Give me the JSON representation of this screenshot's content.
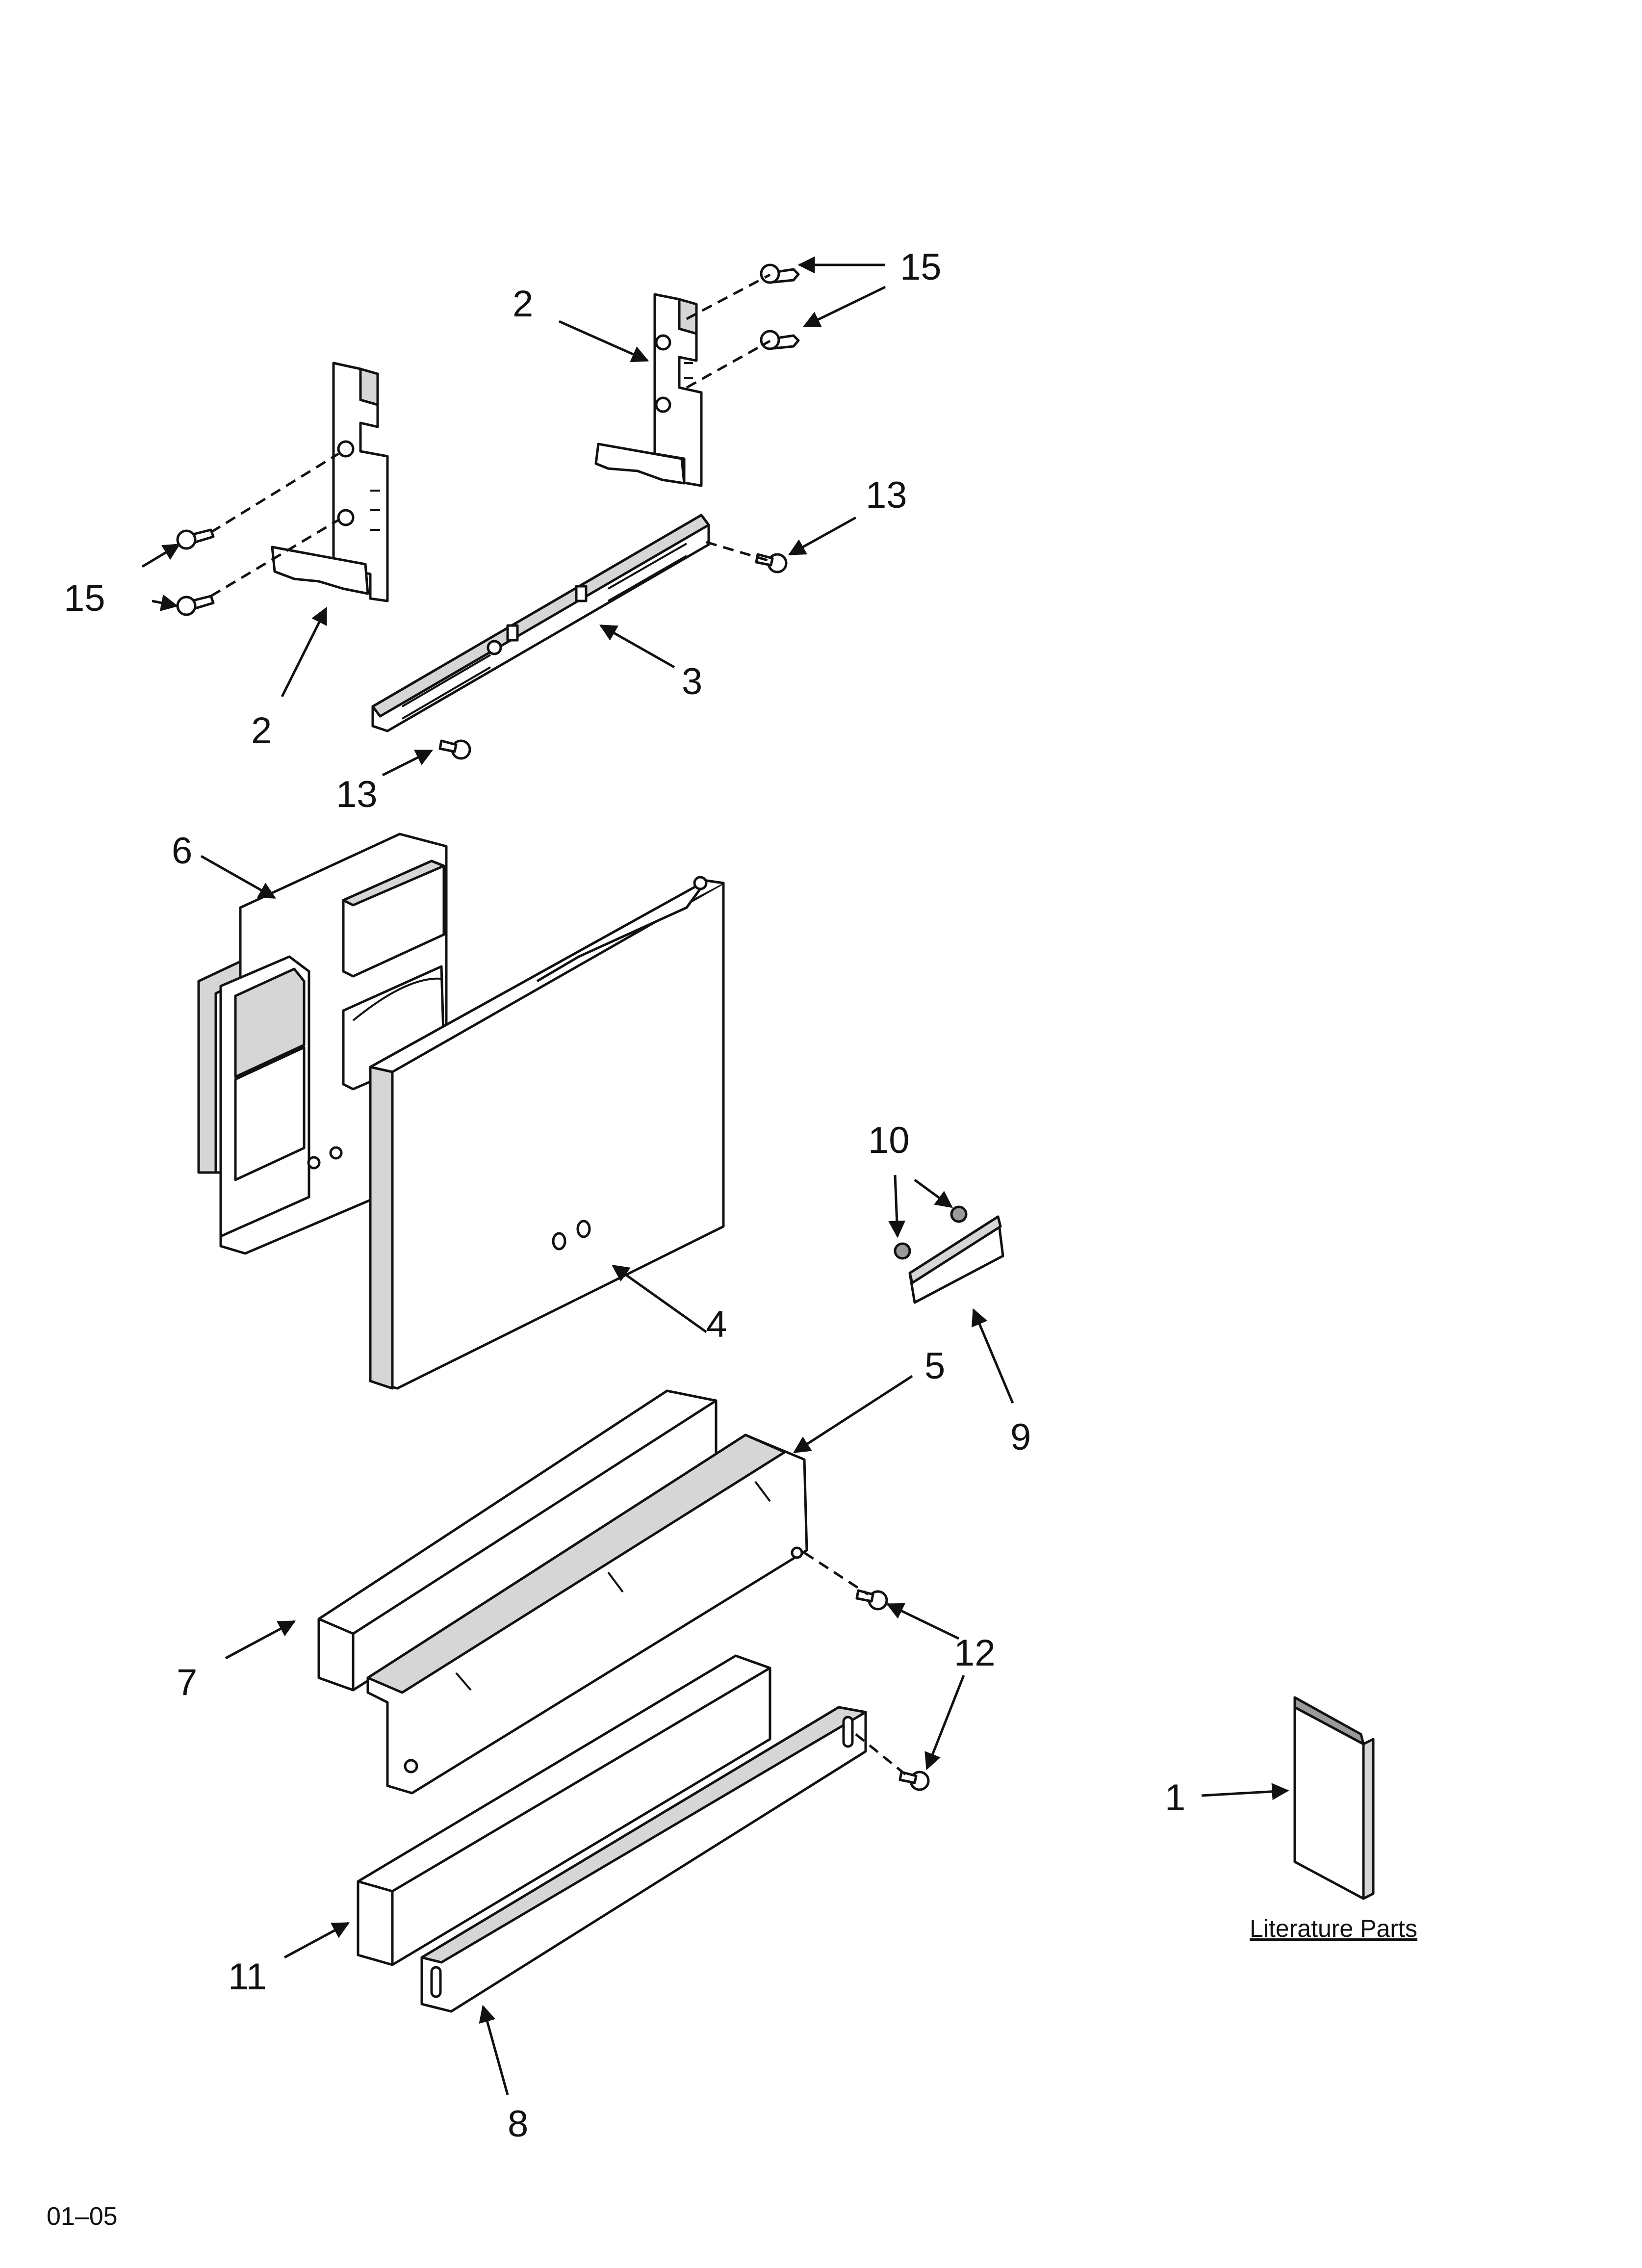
{
  "callouts": {
    "n2_top": "2",
    "n15_top": "15",
    "n13_right": "13",
    "n15_left": "15",
    "n2_left": "2",
    "n3": "3",
    "n13_bottom": "13",
    "n6": "6",
    "n10": "10",
    "n4": "4",
    "n5": "5",
    "n9": "9",
    "n12": "12",
    "n7": "7",
    "n1": "1",
    "n11": "11",
    "n8": "8"
  },
  "literature_caption": "Literature Parts",
  "page_code": "01–05"
}
